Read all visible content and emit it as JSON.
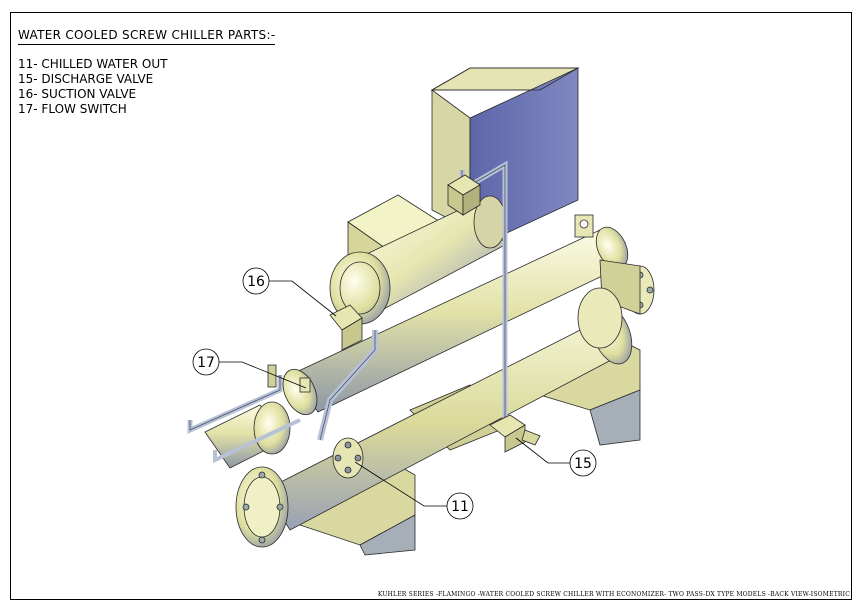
{
  "title": "WATER COOLED SCREW CHILLER PARTS:-",
  "parts": [
    "11- CHILLED WATER OUT",
    "15- DISCHARGE VALVE",
    "16- SUCTION VALVE",
    "17- FLOW SWITCH"
  ],
  "callouts": {
    "c16": "16",
    "c17": "17",
    "c15": "15",
    "c11": "11"
  },
  "footer": "KUHLER SERIES -FLAMINGO -WATER COOLED SCREW CHILLER WITH ECONOMIZER- TWO PASS-DX TYPE MODELS -BACK VIEW-ISOMETRIC",
  "colors": {
    "body_light": "#f2f2c8",
    "body_mid": "#d6d696",
    "body_shade": "#8f9a9e",
    "panel_front": "#6e76b3",
    "panel_side": "#d7d7a6",
    "pipe": "#b8c2d6",
    "outline": "#2a2a2a"
  }
}
